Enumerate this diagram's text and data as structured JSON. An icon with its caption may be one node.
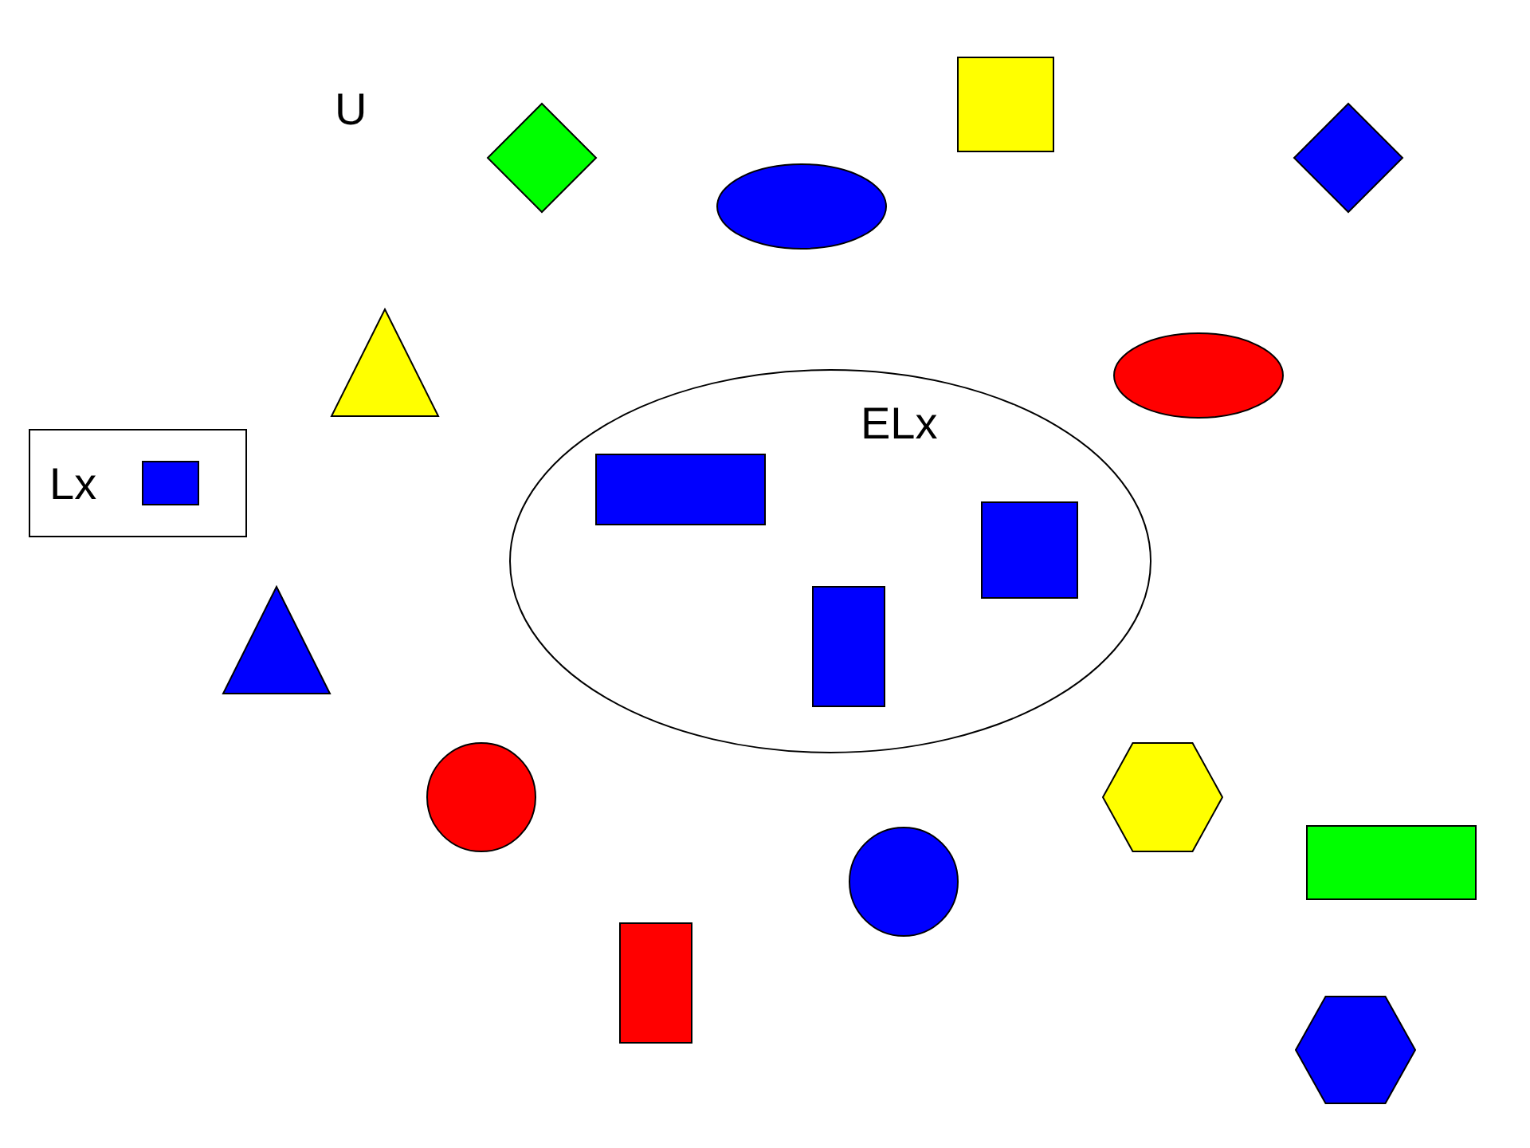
{
  "diagram": {
    "nodes": [
      {
        "text": [
          "ELx"
        ]
      },
      {
        "text": [],
        "shape": "box",
        "in": 0
      },
      {
        "text": [],
        "shape": "box",
        "in": 0
      },
      {
        "text": [],
        "shape": "box",
        "in": 0
      },
      {
        "text": [],
        "shape": "box"
      },
      {
        "text": [],
        "shape": "diamond"
      },
      {
        "text": [],
        "shape": "diamond"
      },
      {
        "text": [],
        "shape": "ellipse"
      },
      {
        "text": [],
        "shape": "triangle"
      },
      {
        "text": [],
        "shape": "ellipse"
      },
      {
        "text": [],
        "shape": "triangle"
      },
      {
        "text": [],
        "shape": "circle"
      },
      {
        "text": [],
        "shape": "hexagon"
      },
      {
        "text": [],
        "shape": "circle"
      },
      {
        "text": [],
        "shape": "box"
      },
      {
        "text": [],
        "shape": "box"
      },
      {
        "text": [],
        "shape": "hexagon"
      }
    ],
    "labels": [
      "U"
    ],
    "legend": [
      {
        "text": "Lx",
        "color": "#0000ff"
      }
    ]
  }
}
